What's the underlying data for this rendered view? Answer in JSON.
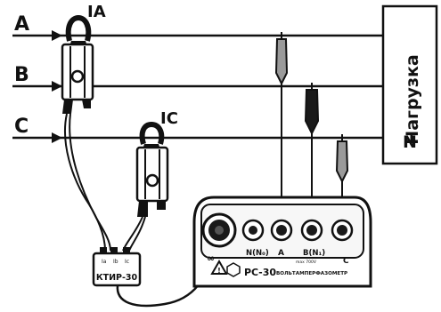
{
  "phases": {
    "a": "A",
    "b": "B",
    "c": "C"
  },
  "clamps": {
    "a": "IA",
    "c": "IC"
  },
  "load": {
    "title": "Нагрузка",
    "neutral": "N"
  },
  "adapter": {
    "name": "КТИР-30",
    "pins": [
      "Ia",
      "Ib",
      "Ic"
    ]
  },
  "meter": {
    "model": "РС-30",
    "type": "ВОЛЬТАМПЕРФАЗОМЕТР",
    "small_text": "max 700V",
    "terminals": {
      "n": "N(N₀)",
      "a": "A",
      "b": "B(N₁)",
      "c": "C"
    },
    "infinity_symbol": "∞",
    "warning_symbol": "!"
  },
  "colors": {
    "line": "#111111",
    "fill_dark": "#1a1a1a",
    "fill_grey": "#9a9a9a"
  }
}
